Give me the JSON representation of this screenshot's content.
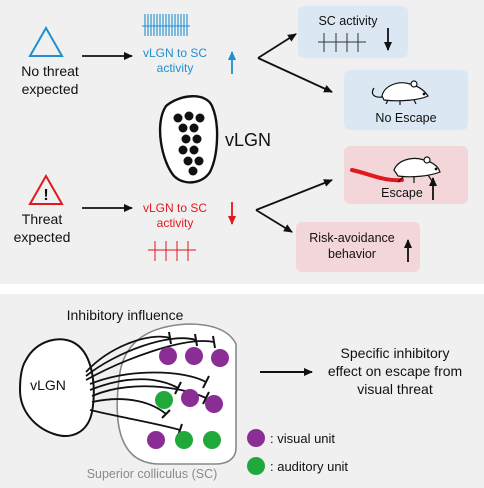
{
  "top_panel": {
    "no_threat": {
      "line1": "No threat",
      "line2": "expected"
    },
    "threat": {
      "line1": "Threat",
      "line2": "expected"
    },
    "vlgn_sc_blue": {
      "line1": "vLGN to SC",
      "line2": "activity"
    },
    "vlgn_sc_red": {
      "line1": "vLGN to SC",
      "line2": "activity"
    },
    "vlgn_label": "vLGN",
    "sc_activity": "SC activity",
    "no_escape": "No Escape",
    "escape": "Escape",
    "risk": {
      "line1": "Risk-avoidance",
      "line2": "behavior"
    }
  },
  "bottom_panel": {
    "inhibitory_influence": "Inhibitory influence",
    "vlgn_label": "vLGN",
    "effect": {
      "line1": "Specific inhibitory",
      "line2": "effect on escape from",
      "line3": "visual threat"
    },
    "legend": {
      "visual": ": visual unit",
      "auditory": ": auditory unit"
    },
    "sc_label": "Superior colliculus (SC)"
  },
  "colors": {
    "panel_bg": "#f0f0f0",
    "blue_text": "#1f8fd0",
    "red_text": "#e0191f",
    "blue_box": "#dbe8f3",
    "pink_box": "#f3d6da",
    "visual_unit": "#8a2e96",
    "auditory_unit": "#20a83a"
  }
}
